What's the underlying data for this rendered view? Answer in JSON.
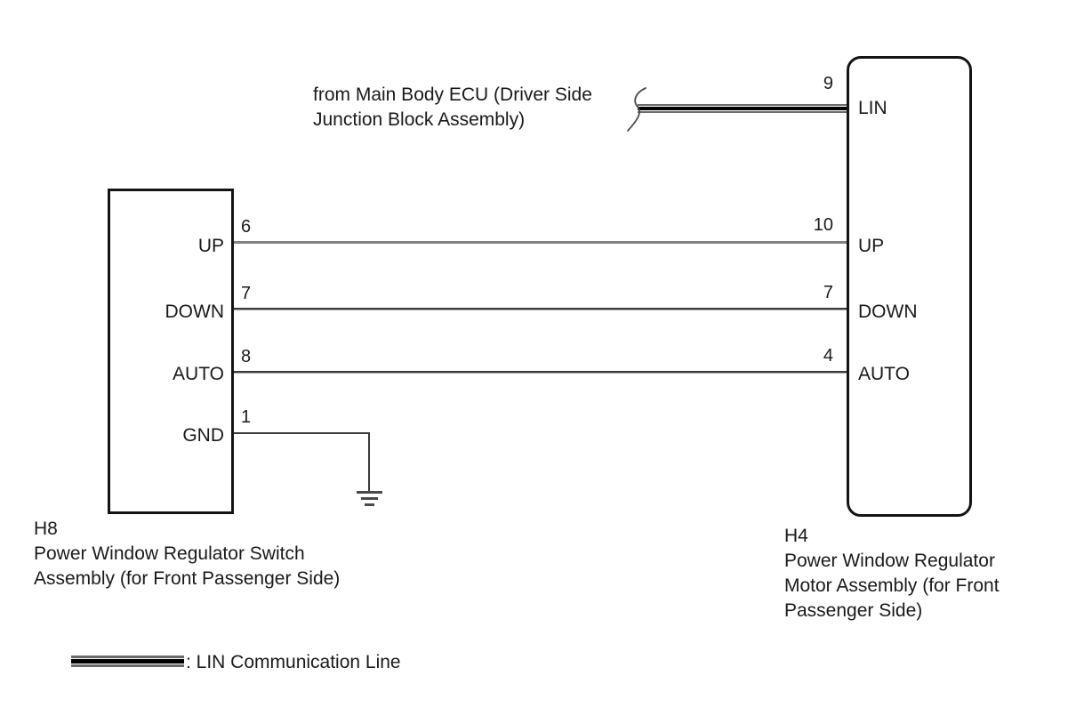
{
  "diagram": {
    "ecu_note": "from Main Body ECU (Driver Side\nJunction Block Assembly)",
    "switch_box": {
      "id": "H8",
      "name": "Power Window Regulator Switch\nAssembly (for Front Passenger Side)",
      "pins": [
        {
          "number": "6",
          "label": "UP"
        },
        {
          "number": "7",
          "label": "DOWN"
        },
        {
          "number": "8",
          "label": "AUTO"
        },
        {
          "number": "1",
          "label": "GND"
        }
      ]
    },
    "motor_box": {
      "id": "H4",
      "name": "Power Window Regulator\nMotor Assembly (for Front\nPassenger Side)",
      "pins": [
        {
          "number": "9",
          "label": "LIN"
        },
        {
          "number": "10",
          "label": "UP"
        },
        {
          "number": "7",
          "label": "DOWN"
        },
        {
          "number": "4",
          "label": "AUTO"
        }
      ]
    },
    "legend": {
      "text": ": LIN Communication Line"
    },
    "colors": {
      "box_border": "#141414",
      "wire_up_gray": "#828282",
      "wire_dark": "#3a3a3a",
      "lin_line_black": "#000000",
      "lin_line_gray": "#6b6b6b",
      "text": "#1a1a1a"
    }
  }
}
